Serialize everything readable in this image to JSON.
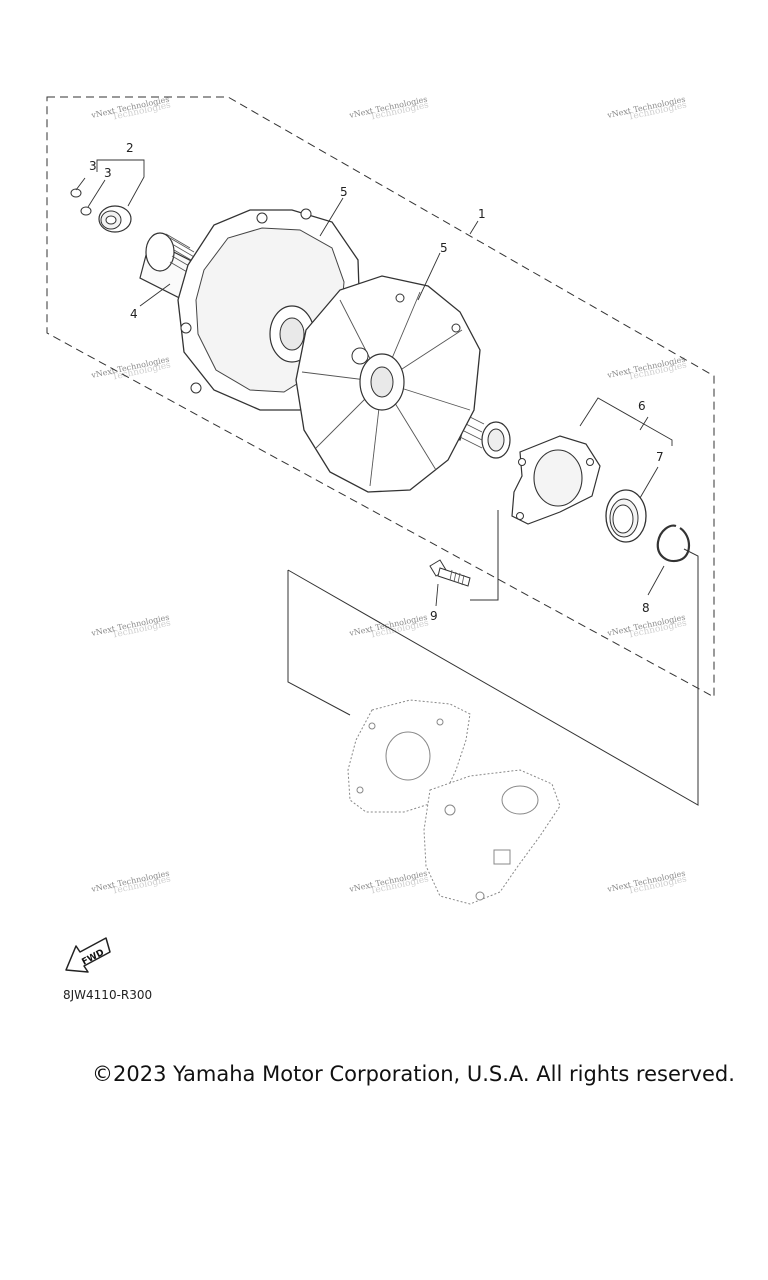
{
  "diagram": {
    "callouts": [
      "1",
      "2",
      "3",
      "3",
      "4",
      "5",
      "5",
      "6",
      "7",
      "8",
      "9"
    ],
    "watermark": "vNext Technologies",
    "direction_badge": "FWD",
    "part_code": "8JW4110-R300"
  },
  "footer": {
    "copyright": "©2023 Yamaha Motor Corporation, U.S.A. All rights reserved."
  }
}
